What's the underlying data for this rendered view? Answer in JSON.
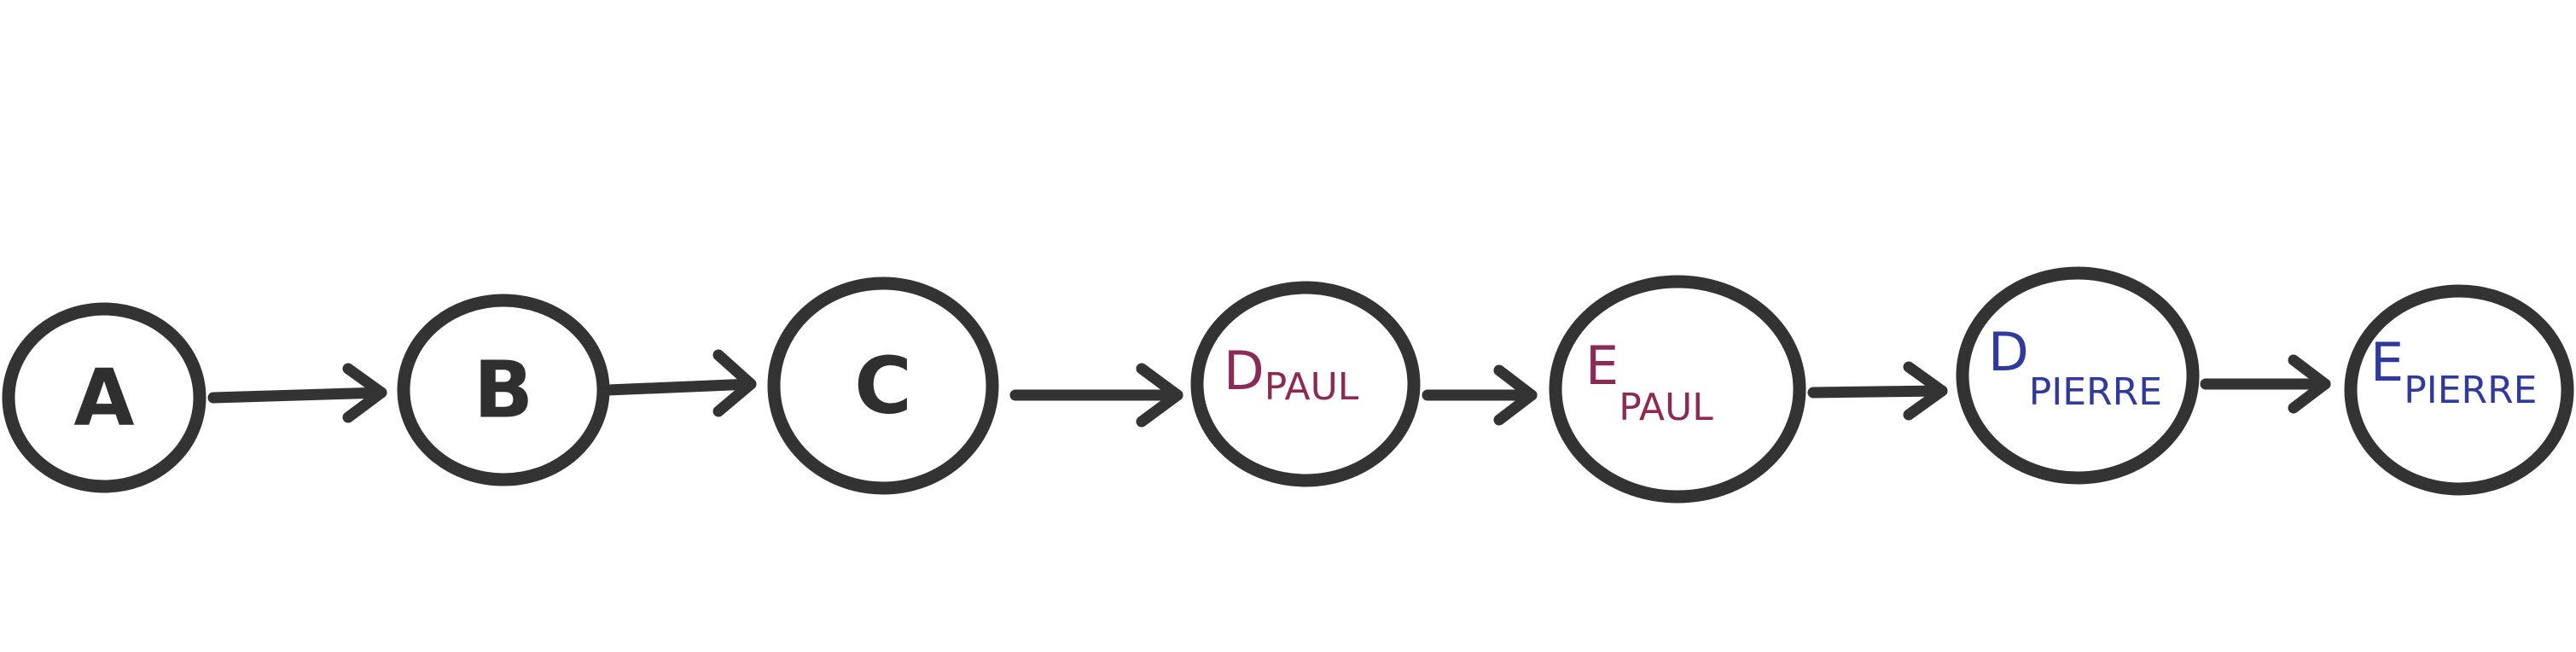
{
  "colors": {
    "ink": "#333333",
    "paul": "#8b2a55",
    "pierre": "#2f3a9c"
  },
  "nodes": [
    {
      "letter": "A"
    },
    {
      "letter": "B"
    },
    {
      "letter": "C"
    },
    {
      "letter": "D",
      "sub": "PAUL"
    },
    {
      "letter": "E",
      "sub": "PAUL"
    },
    {
      "letter": "D",
      "sub": "PIERRE"
    },
    {
      "letter": "E",
      "sub": "PIERRE"
    }
  ]
}
